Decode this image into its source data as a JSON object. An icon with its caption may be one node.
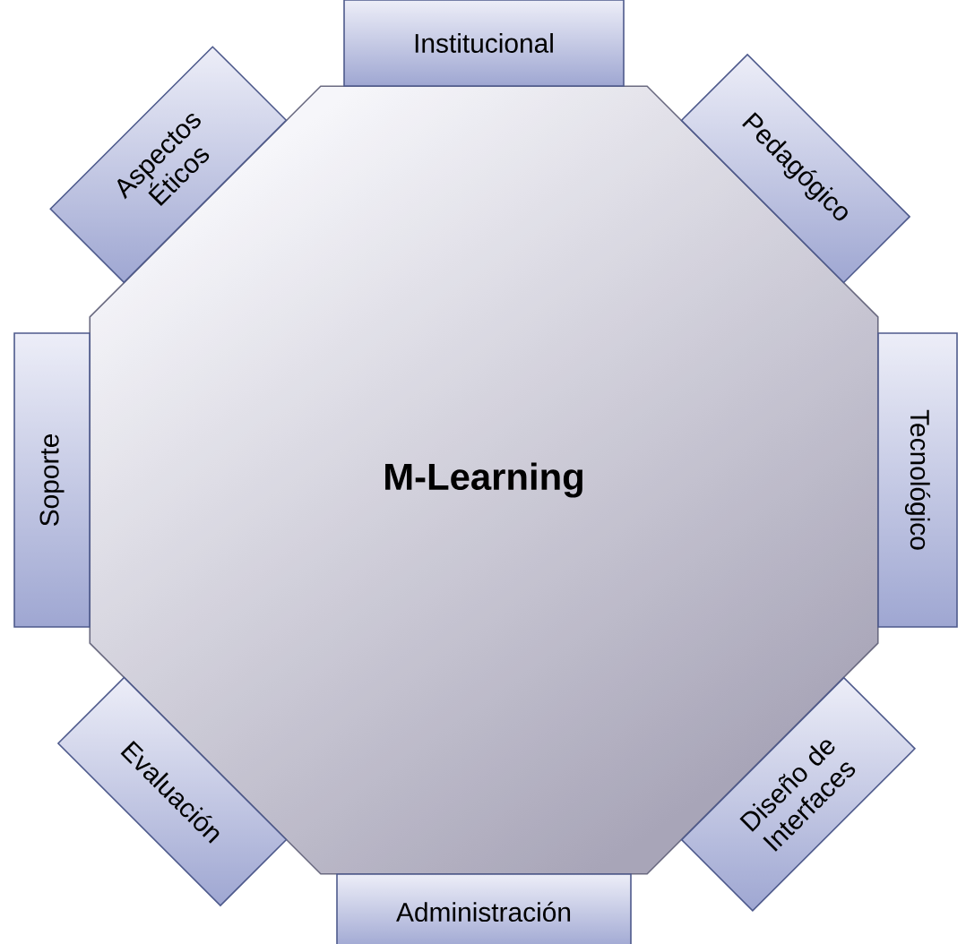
{
  "diagram": {
    "nodes": [
      {
        "text": [
          "M-Learning"
        ]
      },
      {
        "text": [
          "Institucional"
        ]
      },
      {
        "text": [
          "Pedagógico"
        ]
      },
      {
        "text": [
          "Tecnológico"
        ]
      },
      {
        "text": [
          "Diseño de Interfaces"
        ]
      },
      {
        "text": [
          "Administración"
        ]
      },
      {
        "text": [
          "Evaluación"
        ]
      },
      {
        "text": [
          "Soporte"
        ]
      },
      {
        "text": [
          "Aspectos Éticos"
        ]
      }
    ]
  }
}
